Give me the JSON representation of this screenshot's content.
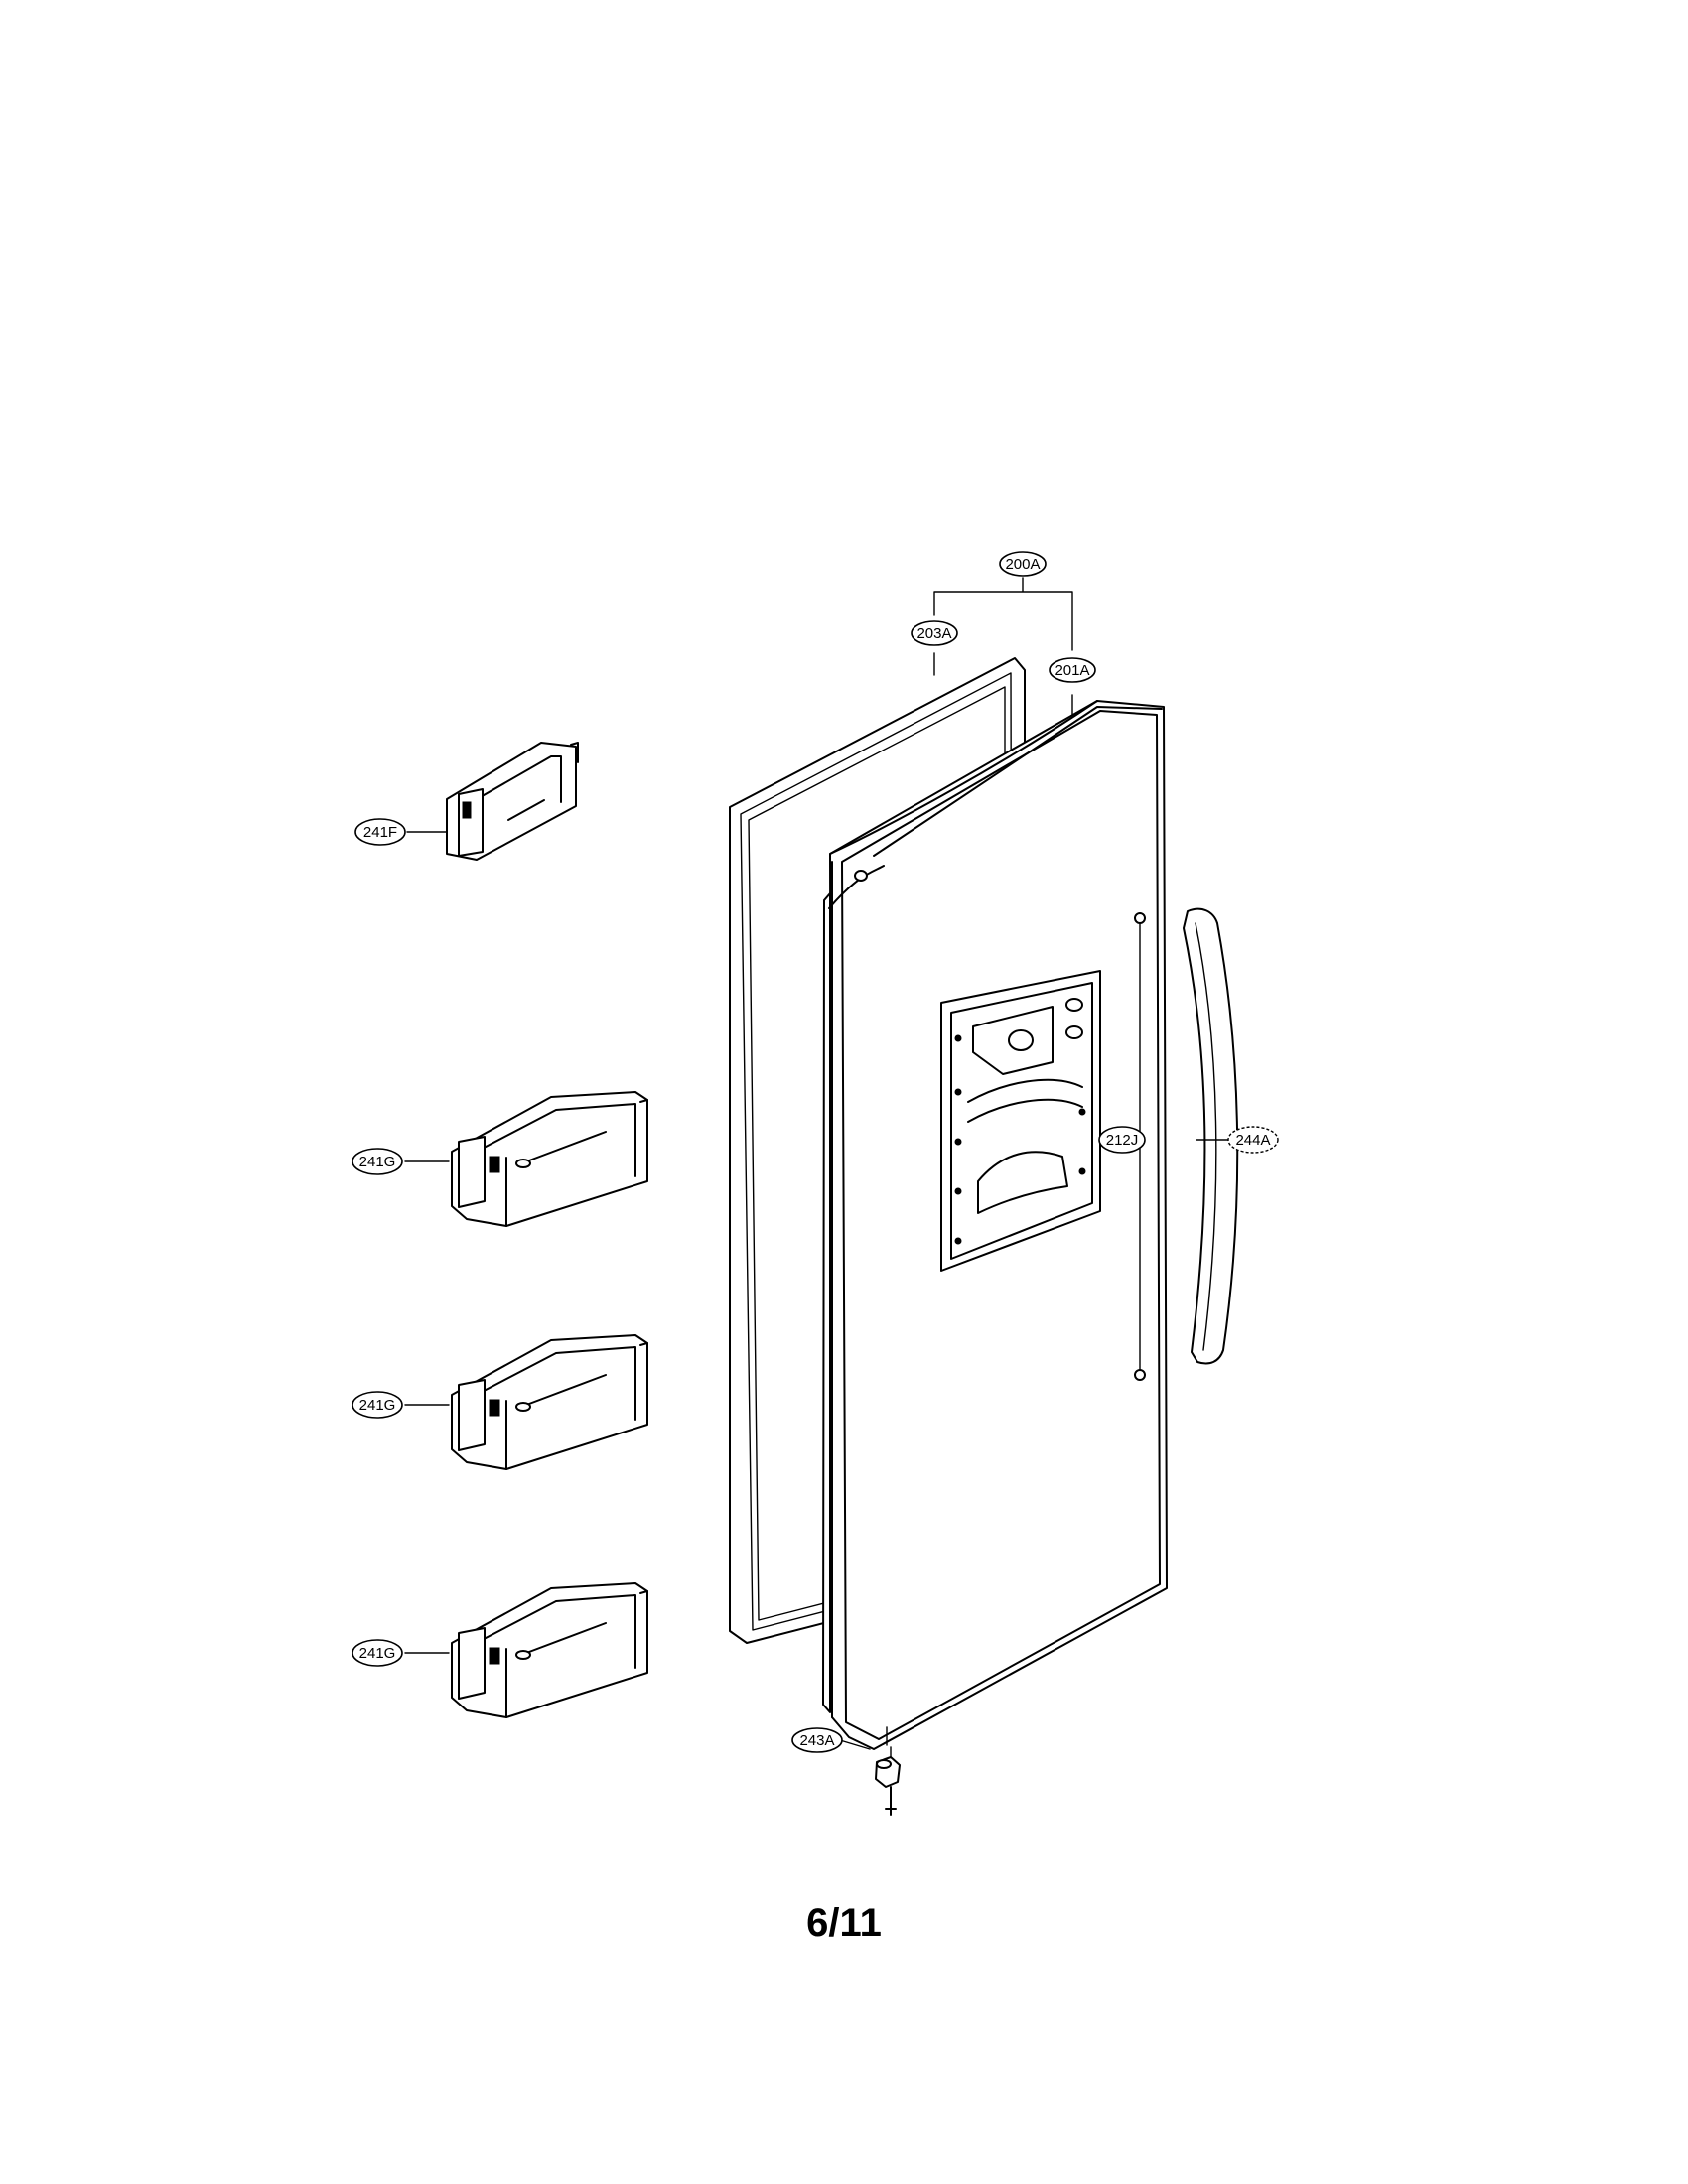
{
  "callouts": {
    "door_assembly": "200A",
    "door_gasket": "203A",
    "door_foam": "201A",
    "basket_small": "241F",
    "basket_1": "241G",
    "basket_2": "241G",
    "basket_3": "241G",
    "dispenser_cover": "212J",
    "handle": "244A",
    "hinge": "243A"
  },
  "page": {
    "number": "6/11"
  }
}
